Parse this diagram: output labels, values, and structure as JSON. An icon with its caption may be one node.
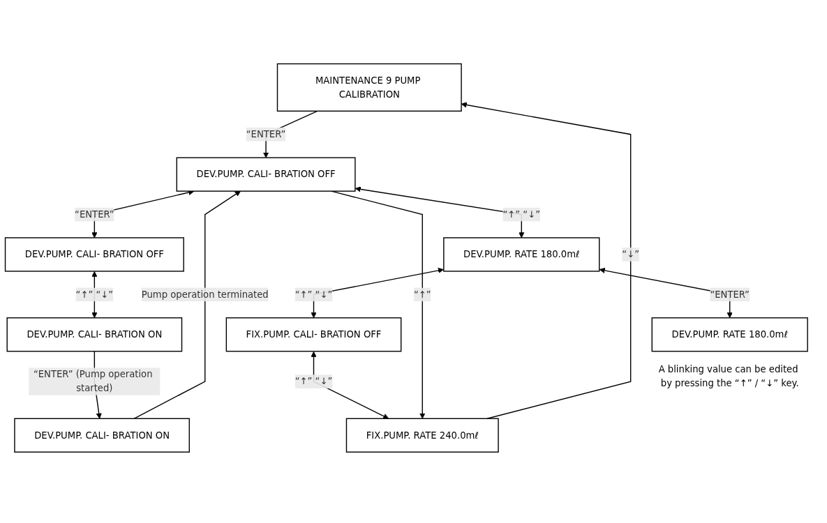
{
  "diagram": {
    "nodes": [
      {
        "text": [
          "MAINTENANCE 9 PUMP CALIBRATION"
        ]
      },
      {
        "text": [
          "DEV.PUMP. CALI- BRATION OFF"
        ]
      },
      {
        "text": [
          "DEV.PUMP. RATE 180.0mℓ"
        ]
      },
      {
        "text": [
          "FIX.PUMP. CALI- BRATION OFF"
        ]
      },
      {
        "text": [
          "FIX.PUMP. RATE 240.0mℓ"
        ]
      },
      {
        "text": [
          "DEV.PUMP. CALI- BRATION OFF"
        ]
      },
      {
        "text": [
          "DEV.PUMP. CALI- BRATION ON"
        ]
      },
      {
        "text": [
          "DEV.PUMP. CALI- BRATION ON"
        ]
      },
      {
        "text": [
          "DEV.PUMP. RATE 180.0mℓ"
        ],
        "beside": [
          "A blinking value can be edited by pressing the “↑” / “↓” key."
        ]
      }
    ],
    "edges": [
      {
        "from": 0,
        "to": 1,
        "arrow": "to",
        "label": "“ENTER”"
      },
      {
        "from": 1,
        "to": 5,
        "arrow": "both",
        "label": "“ENTER”"
      },
      {
        "from": 1,
        "to": 2,
        "arrow": "both",
        "label": "“↑” “↓”"
      },
      {
        "from": 2,
        "to": 3,
        "arrow": "both",
        "label": "“↑” “↓”"
      },
      {
        "from": 3,
        "to": 4,
        "arrow": "both",
        "label": "“↑” “↓”"
      },
      {
        "from": 1,
        "to": 4,
        "arrow": "to",
        "label": "“↑”"
      },
      {
        "from": 4,
        "to": 0,
        "arrow": "to",
        "label": "“↓”"
      },
      {
        "from": 5,
        "to": 6,
        "arrow": "both",
        "label": "“↑” “↓”"
      },
      {
        "from": 6,
        "to": 7,
        "arrow": "to",
        "label": "“ENTER” (Pump operation started)"
      },
      {
        "from": 7,
        "to": 1,
        "arrow": "to",
        "label": "Pump operation terminated"
      },
      {
        "from": 2,
        "to": 8,
        "arrow": "both",
        "label": "“ENTER”"
      }
    ]
  }
}
